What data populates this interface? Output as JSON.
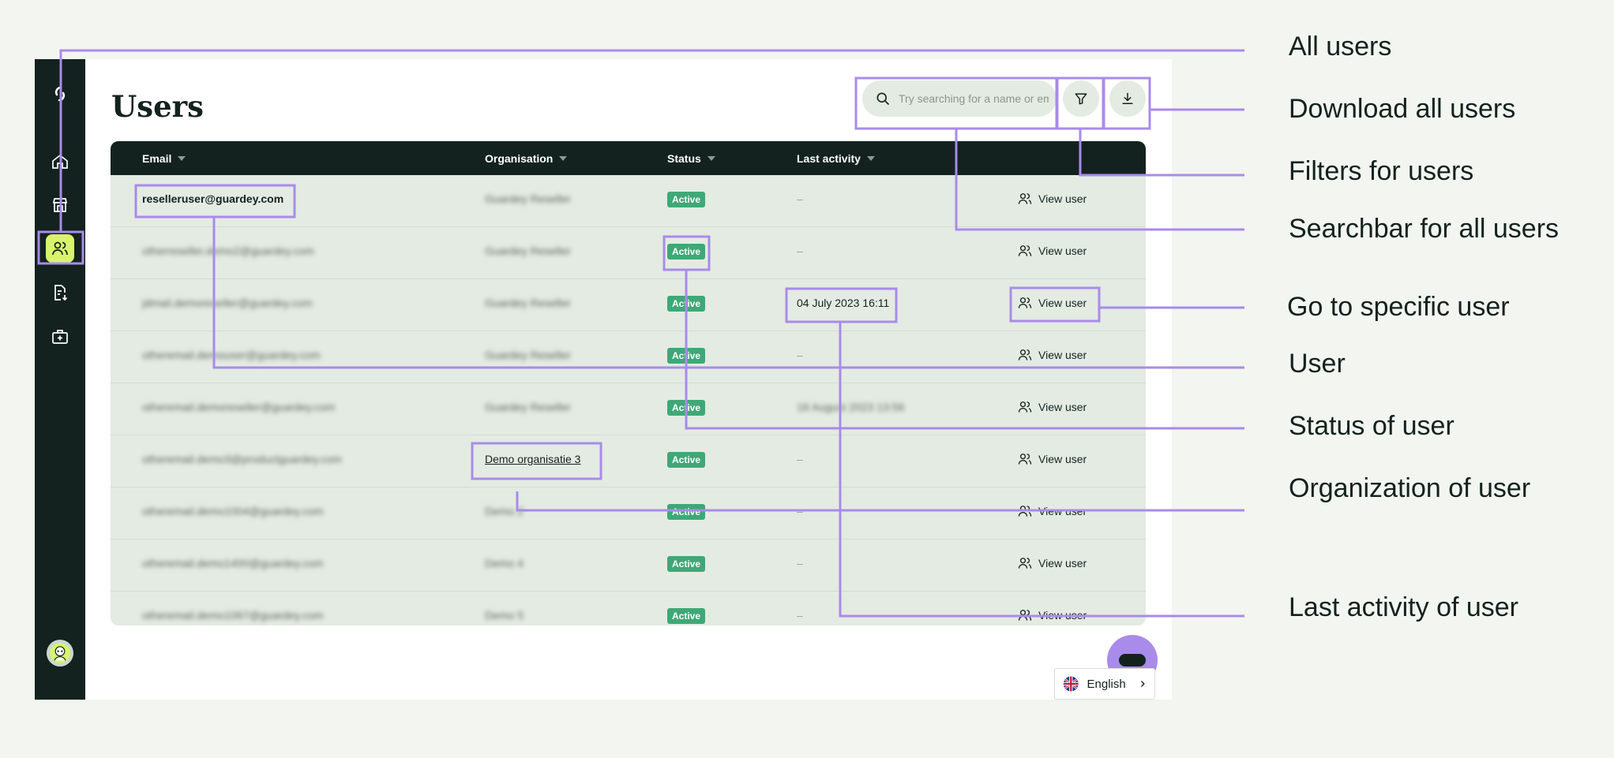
{
  "page": {
    "title": "Users"
  },
  "search": {
    "placeholder": "Try searching for a name or email"
  },
  "table": {
    "headers": {
      "email": "Email",
      "organisation": "Organisation",
      "status": "Status",
      "last_activity": "Last activity"
    },
    "view_label": "View user",
    "rows": [
      {
        "email": "reselleruser@guardey.com",
        "organisation": "Guardey Reseller",
        "status": "Active",
        "last_activity": "–"
      },
      {
        "email": "otherreseller.demo2@guardey.com",
        "organisation": "Guardey Reseller",
        "status": "Active",
        "last_activity": "–"
      },
      {
        "email": "jdmail.demoreseller@guardey.com",
        "organisation": "Guardey Reseller",
        "status": "Active",
        "last_activity": "04 July 2023 16:11"
      },
      {
        "email": "otheremail.demouser@guardey.com",
        "organisation": "Guardey Reseller",
        "status": "Active",
        "last_activity": "–"
      },
      {
        "email": "otheremail.demoreseller@guardey.com",
        "organisation": "Guardey Reseller",
        "status": "Active",
        "last_activity": "18 August 2023 13:56"
      },
      {
        "email": "otheremail.demo3@productguardey.com",
        "organisation": "Demo organisatie 3",
        "status": "Active",
        "last_activity": "–"
      },
      {
        "email": "otheremail.demo1004@guardey.com",
        "organisation": "Demo 2",
        "status": "Active",
        "last_activity": "–"
      },
      {
        "email": "otheremail.demo1400@guardey.com",
        "organisation": "Demo 4",
        "status": "Active",
        "last_activity": "–"
      },
      {
        "email": "otheremail.demo1067@guardey.com",
        "organisation": "Demo 5",
        "status": "Active",
        "last_activity": "–"
      }
    ]
  },
  "language": {
    "label": "English"
  },
  "annotations": {
    "all_users": "All users",
    "download": "Download all users",
    "filters": "Filters for users",
    "searchbar": "Searchbar for all users",
    "go_to_user": "Go to specific user",
    "user": "User",
    "status": "Status of user",
    "organization": "Organization of user",
    "last_activity": "Last activity of user"
  },
  "colors": {
    "sidebar": "#13221f",
    "accent": "#d9f46b",
    "highlight": "#a98bea",
    "status_active": "#3fa877",
    "row_bg": "#e4ebe2"
  }
}
